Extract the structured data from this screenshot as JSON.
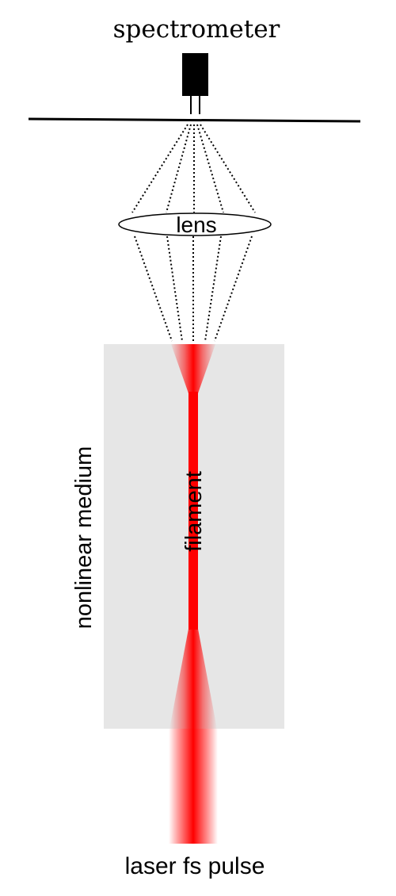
{
  "labels": {
    "spectrometer": "spectrometer",
    "lens": "lens",
    "medium": "nonlinear medium",
    "filament": "filament",
    "input": "laser fs pulse"
  },
  "colors": {
    "beam": "#ff0000",
    "medium": "#e6e6e6",
    "line": "#000000",
    "background": "#ffffff"
  }
}
